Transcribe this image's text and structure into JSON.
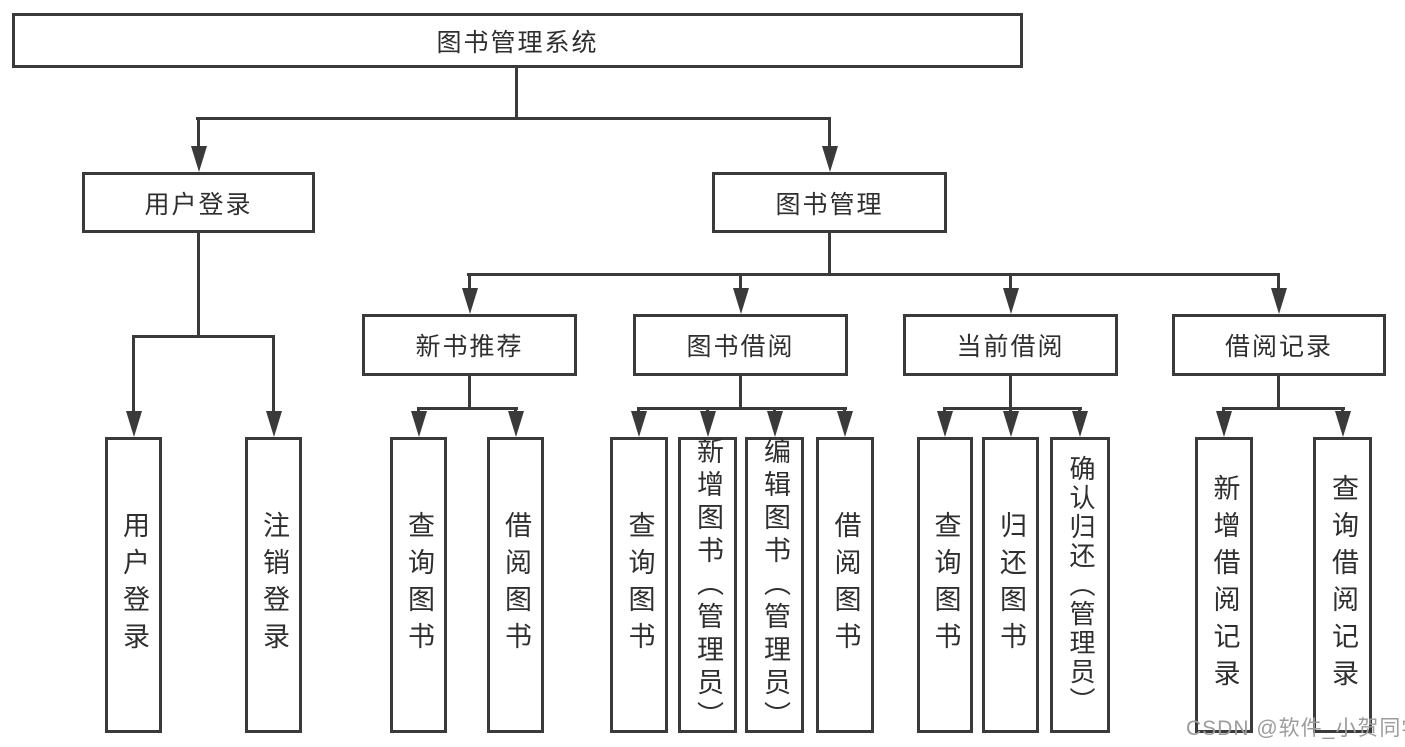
{
  "diagram": {
    "tree": {
      "label": "图书管理系统",
      "children": [
        {
          "label": "用户登录",
          "children": [
            {
              "label": "用户登录"
            },
            {
              "label": "注销登录"
            }
          ]
        },
        {
          "label": "图书管理",
          "children": [
            {
              "label": "新书推荐",
              "children": [
                {
                  "label": "查询图书"
                },
                {
                  "label": "借阅图书"
                }
              ]
            },
            {
              "label": "图书借阅",
              "children": [
                {
                  "label": "查询图书"
                },
                {
                  "label": "新增图书（管理员）"
                },
                {
                  "label": "编辑图书（管理员）"
                },
                {
                  "label": "借阅图书"
                }
              ]
            },
            {
              "label": "当前借阅",
              "children": [
                {
                  "label": "查询图书"
                },
                {
                  "label": "归还图书"
                },
                {
                  "label": "确认归还（管理员）"
                }
              ]
            },
            {
              "label": "借阅记录",
              "children": [
                {
                  "label": "新增借阅记录"
                },
                {
                  "label": "查询借阅记录"
                }
              ]
            }
          ]
        }
      ]
    },
    "colors": {
      "line": "#3a3a3a",
      "text": "#2f2f2f",
      "background": "#ffffff"
    }
  },
  "watermark": {
    "text": "CSDN @软件_小贺同学",
    "color": "#9c9c9c"
  }
}
